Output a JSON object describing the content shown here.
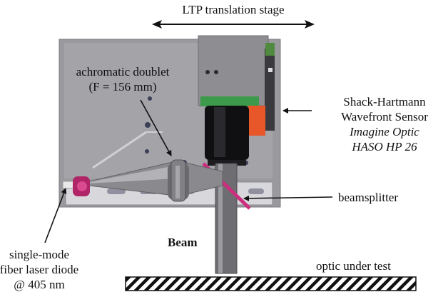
{
  "labels": {
    "stage": "LTP translation stage",
    "doublet": [
      "achromatic doublet",
      "(F = 156 mm)"
    ],
    "sensor": [
      "Shack-Hartmann",
      "Wavefront Sensor",
      "Imagine Optic",
      "HASO HP 26"
    ],
    "beamsplitter": "beamsplitter",
    "beam": "Beam",
    "laser": [
      "single-mode",
      "fiber laser diode",
      "@ 405 nm"
    ],
    "optic": "optic under test"
  }
}
